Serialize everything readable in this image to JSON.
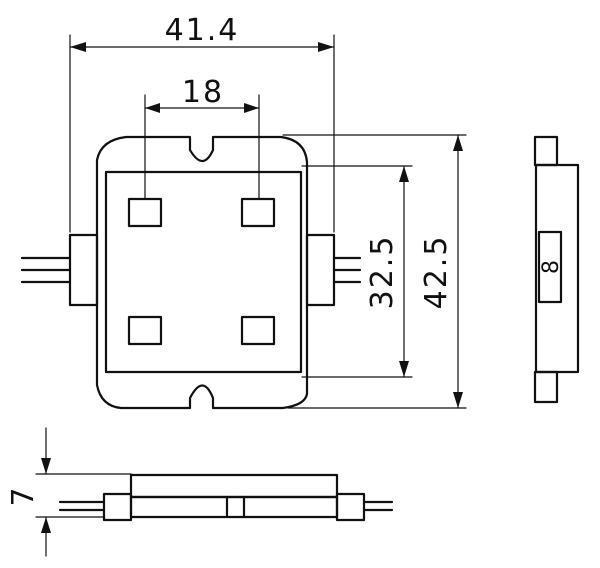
{
  "dimensions": {
    "overall_width": "41.4",
    "led_spacing": "18",
    "led_pitch_vertical": "32.5",
    "overall_height": "42.5",
    "thickness": "7"
  },
  "side_view": {
    "label": "8"
  }
}
